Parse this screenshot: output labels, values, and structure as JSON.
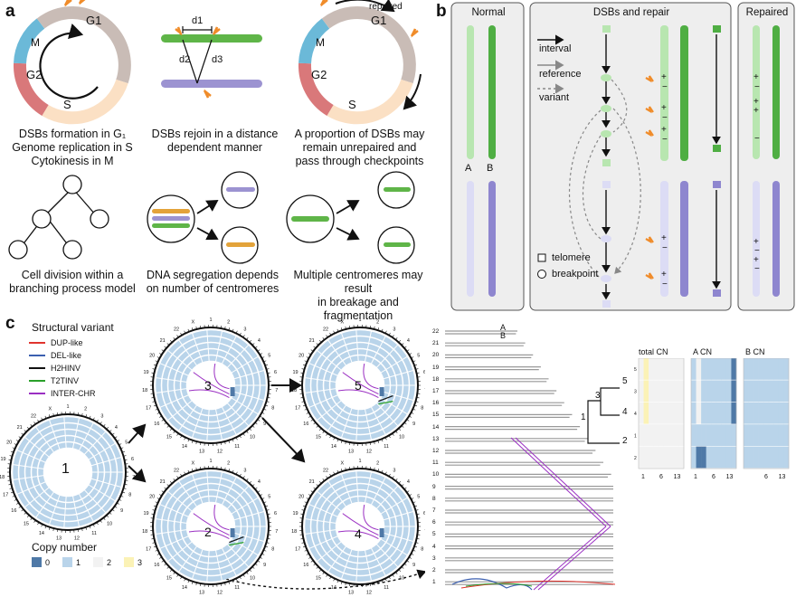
{
  "panels": {
    "a": "a",
    "b": "b",
    "c": "c"
  },
  "panel_a": {
    "cycle_phases": {
      "g1": "G1",
      "s": "S",
      "g2": "G2",
      "m": "M"
    },
    "repaired_label": "repaired",
    "distance_labels": {
      "d1": "d1",
      "d2": "d2",
      "d3": "d3"
    },
    "captions": {
      "cap1": [
        "DSBs formation in G₁",
        "Genome replication in S",
        "Cytokinesis in M"
      ],
      "cap2": [
        "DSBs rejoin in a distance",
        "dependent manner"
      ],
      "cap3": [
        "A proportion of DSBs may",
        "remain unrepaired and",
        "pass through checkpoints"
      ],
      "cap4": [
        "Cell division within a",
        "branching process model"
      ],
      "cap5": [
        "DNA segregation depends",
        "on number of centromeres"
      ],
      "cap6": [
        "Multiple centromeres may result",
        "in breakage and fragmentation"
      ]
    },
    "colors": {
      "g1": "#c9bcb6",
      "s": "#fbe0c4",
      "g2": "#d9787a",
      "m": "#6bb9d8",
      "chr_green": "#5fb548",
      "chr_purple": "#9c93d1",
      "chr_orange": "#e3a33a",
      "break": "#f08c2a"
    }
  },
  "panel_b": {
    "box_titles": {
      "normal": "Normal",
      "dsb": "DSBs and repair",
      "repaired": "Repaired"
    },
    "chrom_labels": {
      "a": "A",
      "b": "B"
    },
    "legend": {
      "interval": "interval",
      "reference": "reference",
      "variant": "variant",
      "telomere": "telomere",
      "breakpoint": "breakpoint"
    },
    "signs_green": [
      "+",
      "−",
      "+",
      "−",
      "+",
      "−"
    ],
    "signs_purple": [
      "+",
      "−",
      "+",
      "−"
    ],
    "signs_repaired_green": [
      "+",
      "−",
      "+",
      "+",
      "−"
    ],
    "signs_repaired_purple": [
      "+",
      "−",
      "+",
      "−"
    ],
    "colors": {
      "light_green": "#b8e6b0",
      "dark_green": "#4fae43",
      "light_purple": "#dcdcf5",
      "dark_purple": "#8e86cf",
      "box_bg": "#eeeeee"
    }
  },
  "panel_c": {
    "legend_title": "Structural variant",
    "sv_types": [
      {
        "name": "DUP-like",
        "color": "#e0342e"
      },
      {
        "name": "DEL-like",
        "color": "#3b5fb0"
      },
      {
        "name": "H2HINV",
        "color": "#111111"
      },
      {
        "name": "T2TINV",
        "color": "#2aa02a"
      },
      {
        "name": "INTER-CHR",
        "color": "#9a2fc2"
      }
    ],
    "cn_title": "Copy number",
    "cn_levels": [
      {
        "label": "0",
        "color": "#4f79a7"
      },
      {
        "label": "1",
        "color": "#b9d4ea"
      },
      {
        "label": "2",
        "color": "#f2f2f2"
      },
      {
        "label": "3",
        "color": "#fbf2b6"
      }
    ],
    "circos_labels": [
      "1",
      "2",
      "3",
      "4",
      "5"
    ],
    "circos_chr_ticks": [
      "1",
      "2",
      "3",
      "4",
      "5",
      "6",
      "7",
      "8",
      "9",
      "10",
      "11",
      "12",
      "13",
      "14",
      "15",
      "16",
      "17",
      "18",
      "19",
      "20",
      "21",
      "22",
      "X"
    ],
    "chr_axis": [
      "22",
      "21",
      "20",
      "19",
      "18",
      "17",
      "16",
      "15",
      "14",
      "13",
      "12",
      "11",
      "10",
      "9",
      "8",
      "7",
      "6",
      "5",
      "4",
      "3",
      "2",
      "1"
    ],
    "ab_labels": {
      "a": "A",
      "b": "B"
    },
    "tree_labels": [
      "1",
      "2",
      "3",
      "4",
      "5"
    ],
    "heatmaps": [
      {
        "title": "total CN",
        "x_ticks": [
          "1",
          "6",
          "13"
        ]
      },
      {
        "title": "A CN",
        "x_ticks": [
          "1",
          "6",
          "13"
        ]
      },
      {
        "title": "B CN",
        "x_ticks": [
          "6",
          "13"
        ]
      }
    ],
    "heat_rows": [
      "5",
      "3",
      "4",
      "1",
      "2"
    ]
  }
}
